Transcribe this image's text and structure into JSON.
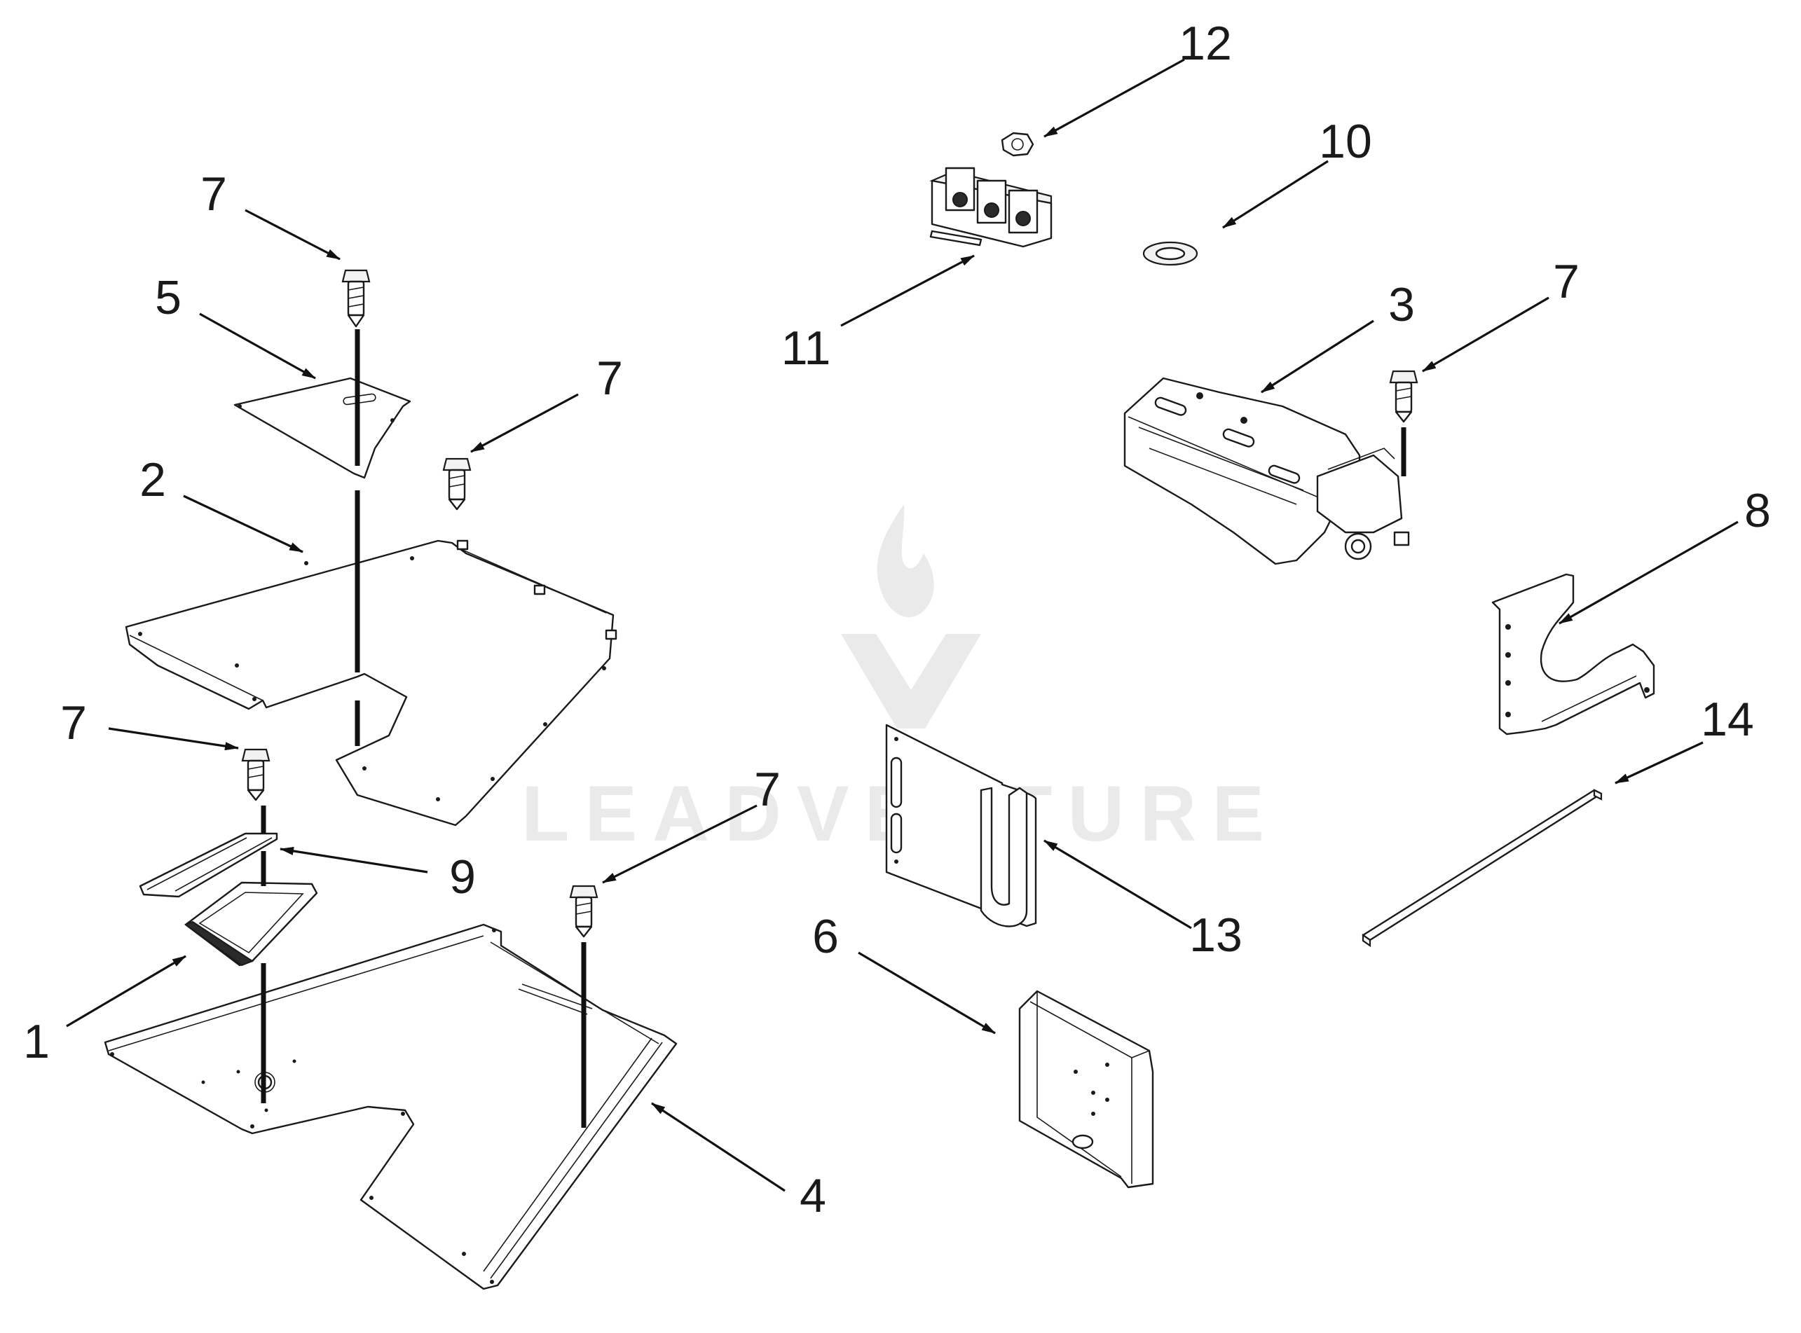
{
  "watermark": {
    "text": "LEADVENTURE"
  },
  "callouts": [
    {
      "id": "c1",
      "label": "1"
    },
    {
      "id": "c2",
      "label": "2"
    },
    {
      "id": "c3",
      "label": "3"
    },
    {
      "id": "c4",
      "label": "4"
    },
    {
      "id": "c5",
      "label": "5"
    },
    {
      "id": "c6",
      "label": "6"
    },
    {
      "id": "c7a",
      "label": "7"
    },
    {
      "id": "c7b",
      "label": "7"
    },
    {
      "id": "c7c",
      "label": "7"
    },
    {
      "id": "c7d",
      "label": "7"
    },
    {
      "id": "c7e",
      "label": "7"
    },
    {
      "id": "c8",
      "label": "8"
    },
    {
      "id": "c9",
      "label": "9"
    },
    {
      "id": "c10",
      "label": "10"
    },
    {
      "id": "c11",
      "label": "11"
    },
    {
      "id": "c12",
      "label": "12"
    },
    {
      "id": "c13",
      "label": "13"
    },
    {
      "id": "c14",
      "label": "14"
    }
  ]
}
